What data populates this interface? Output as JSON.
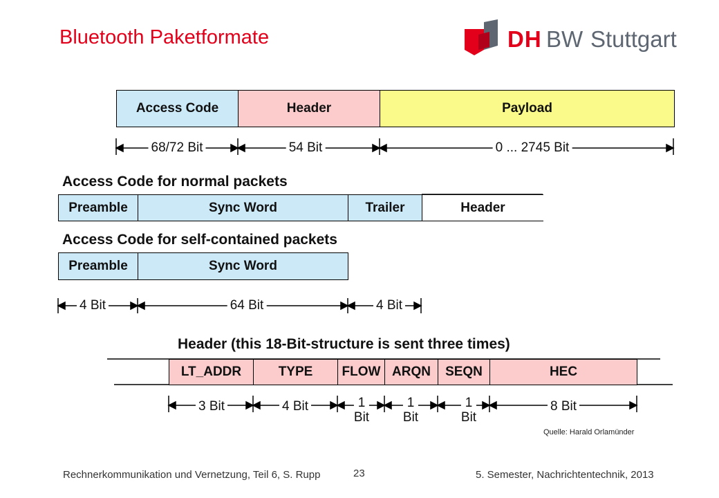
{
  "title": "Bluetooth Paketformate",
  "logo": {
    "dh": "DH",
    "bw": "BW",
    "city": "Stuttgart"
  },
  "packet": {
    "access_code": "Access Code",
    "header": "Header",
    "payload": "Payload",
    "dim_access": "68/72 Bit",
    "dim_header": "54 Bit",
    "dim_payload": "0 ... 2745 Bit"
  },
  "normal": {
    "heading": "Access Code for normal packets",
    "preamble": "Preamble",
    "sync": "Sync Word",
    "trailer": "Trailer",
    "header": "Header"
  },
  "self": {
    "heading": "Access Code for self-contained packets",
    "preamble": "Preamble",
    "sync": "Sync Word",
    "dim_preamble": "4 Bit",
    "dim_sync": "64 Bit",
    "dim_trailer": "4 Bit"
  },
  "hdr": {
    "heading": "Header (this 18-Bit-structure is sent three times)",
    "lt_addr": "LT_ADDR",
    "type": "TYPE",
    "flow": "FLOW",
    "arqn": "ARQN",
    "seqn": "SEQN",
    "hec": "HEC",
    "dim_lt": "3 Bit",
    "dim_type": "4 Bit",
    "dim_flow_1": "1",
    "dim_flow_2": "Bit",
    "dim_arqn_1": "1",
    "dim_arqn_2": "Bit",
    "dim_seqn_1": "1",
    "dim_seqn_2": "Bit",
    "dim_hec": "8 Bit"
  },
  "source": "Quelle: Harald Orlamünder",
  "footer": {
    "left": "Rechnerkommunikation und Vernetzung, Teil 6, S. Rupp",
    "page": "23",
    "right": "5. Semester, Nachrichtentechnik, 2013"
  },
  "colors": {
    "accent": "#e2001a",
    "logo_gray": "#5d6671",
    "field_blue": "#cce9f8",
    "field_pink": "#fccccc",
    "field_yellow": "#fafa8a"
  }
}
